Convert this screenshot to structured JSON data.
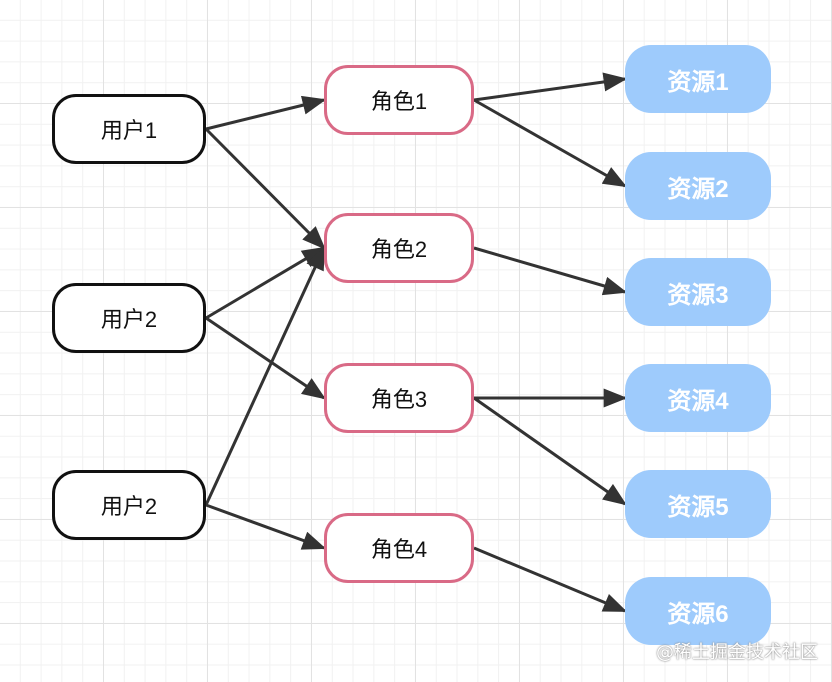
{
  "users": [
    "用户1",
    "用户2",
    "用户2"
  ],
  "roles": [
    "角色1",
    "角色2",
    "角色3",
    "角色4"
  ],
  "resources": [
    "资源1",
    "资源2",
    "资源3",
    "资源4",
    "资源5",
    "资源6"
  ],
  "edges": [
    {
      "from": "user-0",
      "to": "role-0"
    },
    {
      "from": "user-0",
      "to": "role-1"
    },
    {
      "from": "user-1",
      "to": "role-1"
    },
    {
      "from": "user-1",
      "to": "role-2"
    },
    {
      "from": "user-2",
      "to": "role-1"
    },
    {
      "from": "user-2",
      "to": "role-3"
    },
    {
      "from": "role-0",
      "to": "resource-0"
    },
    {
      "from": "role-0",
      "to": "resource-1"
    },
    {
      "from": "role-1",
      "to": "resource-2"
    },
    {
      "from": "role-2",
      "to": "resource-3"
    },
    {
      "from": "role-2",
      "to": "resource-4"
    },
    {
      "from": "role-3",
      "to": "resource-5"
    }
  ],
  "colors": {
    "user_border": "#111111",
    "role_border": "#d96a86",
    "resource_fill": "#9ecbfc",
    "arrow": "#333333"
  },
  "watermark": "@稀土掘金技术社区"
}
